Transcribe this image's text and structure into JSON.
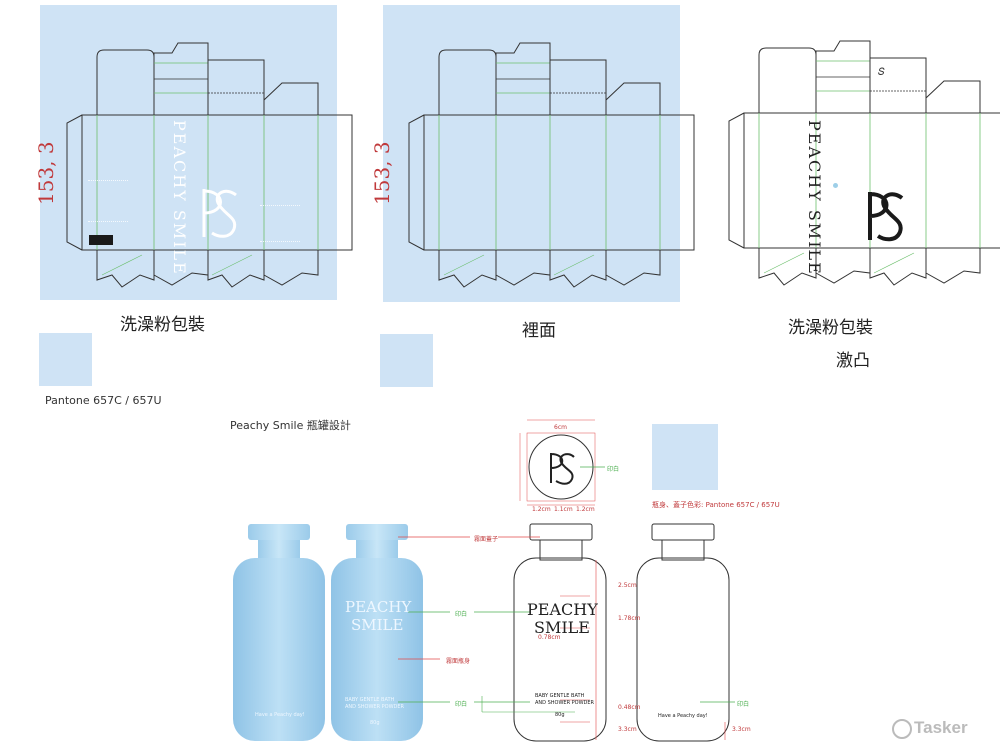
{
  "dielines": {
    "outer": {
      "caption": "洗澡粉包裝",
      "height_label": "153, 3"
    },
    "inner": {
      "caption": "裡面",
      "height_label": "153, 3"
    },
    "emboss": {
      "caption": "洗澡粉包裝",
      "subcaption": "激凸",
      "brand_text": "PEACHY SMILE"
    }
  },
  "outer_box": {
    "brand_text": "PEACHY SMILE",
    "monogram": "PS"
  },
  "pantone_label": "Pantone 657C / 657U",
  "bottle_section": {
    "title": "Peachy Smile 瓶罐設計",
    "cap_color_note": "瓶身、蓋子色彩: Pantone 657C / 657U",
    "brand_line1": "PEACHY",
    "brand_line2": "SMILE",
    "product_line1": "BABY GENTLE BATH",
    "product_line2": "AND SHOWER POWDER",
    "net_weight": "80g",
    "back_text": "Have a Peachy day!",
    "callouts": {
      "cap": "霧面蓋子",
      "print1": "印白",
      "body": "霧面瓶身",
      "print2": "印白",
      "print3": "印白",
      "print_top": "印白"
    },
    "dimensions": {
      "d1": "2.5cm",
      "d2": "1.78cm",
      "d3": "0.78cm",
      "d4": "0.48cm",
      "d5": "3.3cm",
      "d6": "3.3cm",
      "top_w": "6cm",
      "sub1": "1.2cm",
      "sub2": "1.1cm",
      "sub3": "1.2cm"
    }
  },
  "watermark": "Tasker"
}
